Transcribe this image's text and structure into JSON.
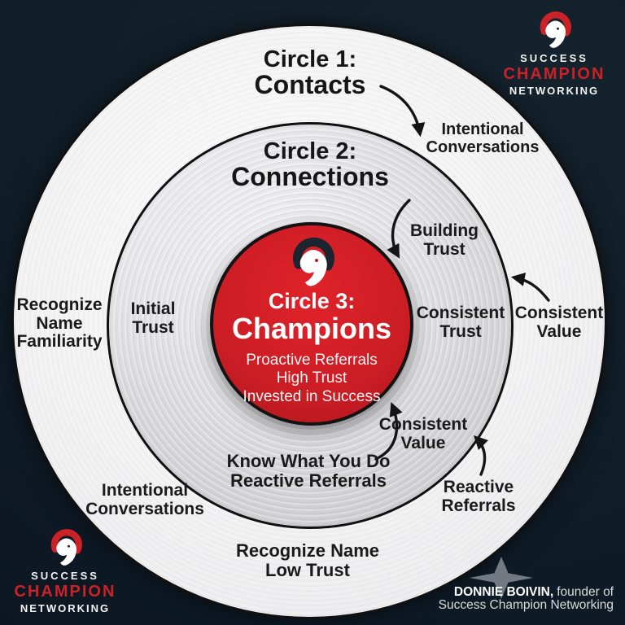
{
  "brand": {
    "line1": "SUCCESS",
    "line2": "CHAMPION",
    "line3": "NETWORKING",
    "accent_red": "#cb2228",
    "background_navy": "#101d28"
  },
  "rings": {
    "circle1": {
      "title_line1": "Circle 1:",
      "title_line2": "Contacts",
      "color": "#f2f2f3"
    },
    "circle2": {
      "title_line1": "Circle 2:",
      "title_line2": "Connections",
      "color": "#dcdcdf"
    },
    "circle3": {
      "title_line1": "Circle 3:",
      "title_line2": "Champions",
      "subtitle_lines": [
        "Proactive Referrals",
        "High Trust",
        "Invested in Success"
      ],
      "color": "#cb1d24"
    }
  },
  "labels": {
    "intentional_conversations_top": [
      "Intentional",
      "Conversations"
    ],
    "building_trust": [
      "Building",
      "Trust"
    ],
    "initial_trust": [
      "Initial",
      "Trust"
    ],
    "recognize_name_familiarity": [
      "Recognize",
      "Name",
      "Familiarity"
    ],
    "consistent_trust": [
      "Consistent",
      "Trust"
    ],
    "consistent_value_right": [
      "Consistent",
      "Value"
    ],
    "consistent_value_bottom": [
      "Consistent",
      "Value"
    ],
    "know_what_you_do": [
      "Know What You Do",
      "Reactive Referrals"
    ],
    "reactive_referrals": [
      "Reactive",
      "Referrals"
    ],
    "intentional_conversations_bottom": [
      "Intentional",
      "Conversations"
    ],
    "recognize_name_low_trust": [
      "Recognize Name",
      "Low Trust"
    ]
  },
  "footer": {
    "name_bold": "DONNIE BOIVIN,",
    "name_rest": "founder of",
    "line2": "Success Champion Networking"
  }
}
